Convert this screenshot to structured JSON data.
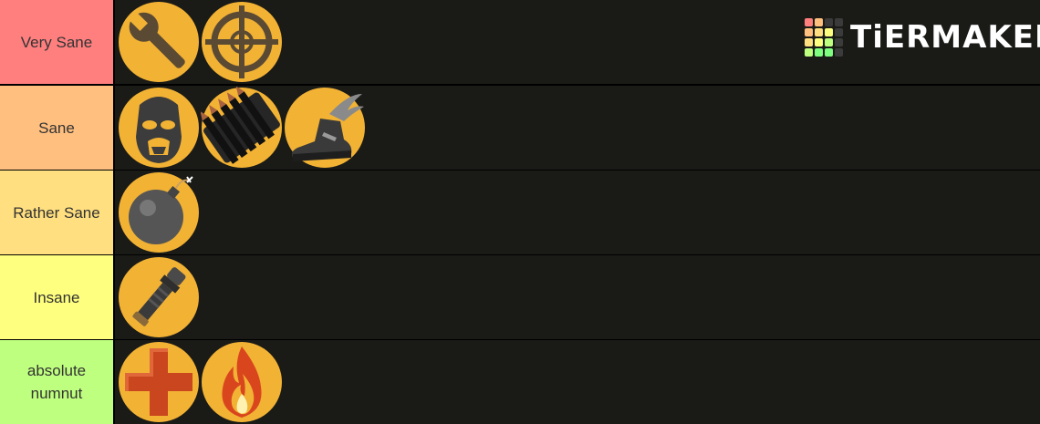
{
  "logo": {
    "text": "TiERMAKER",
    "grid_colors": [
      "#ff7f7f",
      "#ffbf7f",
      "#3b3b3b",
      "#3b3b3b",
      "#ffbf7f",
      "#ffdf7f",
      "#ffff7f",
      "#3b3b3b",
      "#ffdf7f",
      "#ffff7f",
      "#bfff7f",
      "#3b3b3b",
      "#bfff7f",
      "#7fff7f",
      "#7fff7f",
      "#3b3b3b"
    ]
  },
  "colors": {
    "item_circle": "#f2b234",
    "row_background": "#1a1a17",
    "separator": "#000000"
  },
  "tiers": [
    {
      "label": "Very Sane",
      "color": "#ff7f7f",
      "items": [
        {
          "icon": "wrench-icon"
        },
        {
          "icon": "crosshair-icon"
        }
      ]
    },
    {
      "label": "Sane",
      "color": "#ffbf7f",
      "items": [
        {
          "icon": "spy-mask-icon"
        },
        {
          "icon": "ammo-icon"
        },
        {
          "icon": "winged-shoe-icon"
        }
      ]
    },
    {
      "label": "Rather Sane",
      "color": "#ffdf7f",
      "items": [
        {
          "icon": "bomb-icon"
        }
      ]
    },
    {
      "label": "Insane",
      "color": "#ffff7f",
      "items": [
        {
          "icon": "grenade-icon"
        }
      ]
    },
    {
      "label": "absolute\nnumnut",
      "color": "#bfff7f",
      "items": [
        {
          "icon": "medic-cross-icon"
        },
        {
          "icon": "flame-icon"
        }
      ]
    }
  ]
}
